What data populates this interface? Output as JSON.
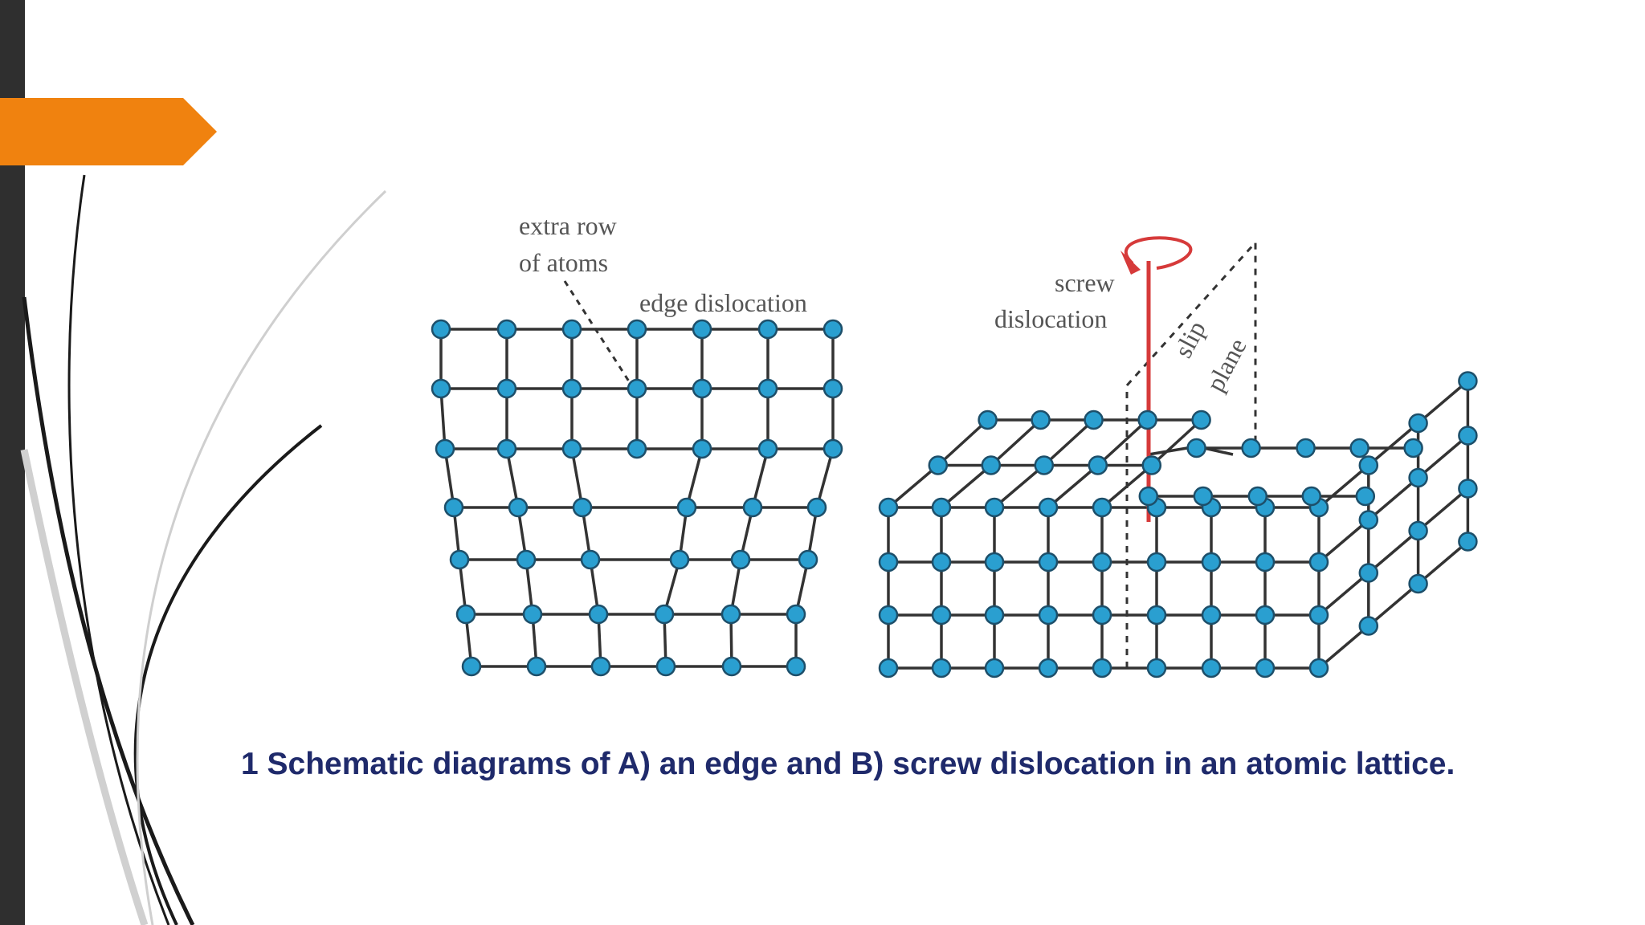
{
  "theme": {
    "accent": "#f0820f",
    "sidebar": "#2f2f2f",
    "caption_color": "#1f2a6b",
    "atom_color": "#2a9fd0",
    "axis_color": "#d63a3a"
  },
  "figure": {
    "edge_labels": {
      "extra_row_line1": "extra row",
      "extra_row_line2": "of atoms",
      "edge_dislocation": "edge dislocation"
    },
    "screw_labels": {
      "screw": "screw",
      "dislocation": "dislocation",
      "slip": "slip",
      "plane": "plane"
    }
  },
  "caption": "1 Schematic diagrams of A) an edge and B) screw dislocation in an atomic lattice."
}
